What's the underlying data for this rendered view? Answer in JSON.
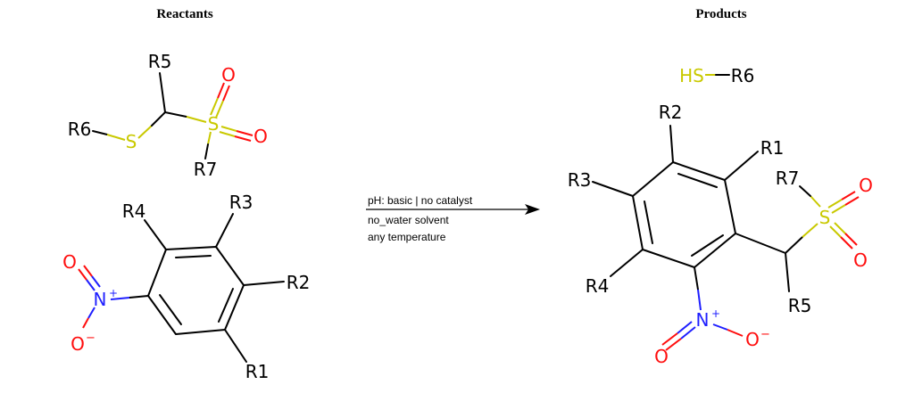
{
  "sections": {
    "reactants": "Reactants",
    "products": "Products"
  },
  "conditions": {
    "ph_catalyst": "pH: basic | no catalyst",
    "solvent": "no_water solvent",
    "temperature": "any temperature"
  },
  "reactant1": {
    "r5": "R5",
    "r6": "R6",
    "r7": "R7",
    "s_thio": "S",
    "s_sulfonyl": "S",
    "o1": "O",
    "o2": "O"
  },
  "reactant2": {
    "r1": "R1",
    "r2": "R2",
    "r3": "R3",
    "r4": "R4",
    "n": "N",
    "n_charge": "+",
    "o_double": "O",
    "o_minus": "O",
    "o_charge": "−"
  },
  "product1": {
    "hs": "HS",
    "r6": "R6"
  },
  "product2": {
    "r1": "R1",
    "r2": "R2",
    "r3": "R3",
    "r4": "R4",
    "r5": "R5",
    "r7": "R7",
    "s": "S",
    "o1": "O",
    "o2": "O",
    "n": "N",
    "n_charge": "+",
    "o_double": "O",
    "o_minus": "O",
    "o_charge": "−"
  },
  "colors": {
    "carbon": "#000000",
    "oxygen": "#ff0d0d",
    "nitrogen": "#1f1fff",
    "sulfur": "#c9c900"
  }
}
